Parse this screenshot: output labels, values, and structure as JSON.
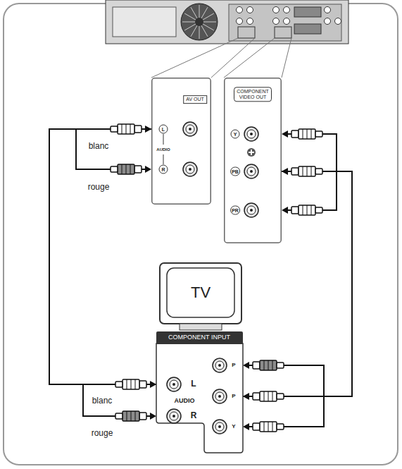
{
  "diagram": {
    "nodes": [
      {
        "text": [
          "AV OUT",
          "L",
          "AUDIO",
          "R"
        ]
      },
      {
        "text": [
          "COMPONENT VIDEO OUT",
          "Y",
          "PB",
          "PR"
        ]
      },
      {
        "text": [
          "TV"
        ]
      },
      {
        "text": [
          "COMPONENT INPUT",
          "L",
          "AUDIO",
          "R",
          "P",
          "P",
          "Y"
        ]
      }
    ],
    "edges": [
      {
        "from": 0,
        "to": 3,
        "arrow": "both"
      },
      {
        "from": 1,
        "to": 3,
        "arrow": "both"
      }
    ],
    "labels": [
      "blanc",
      "rouge",
      "blanc",
      "rouge"
    ]
  }
}
